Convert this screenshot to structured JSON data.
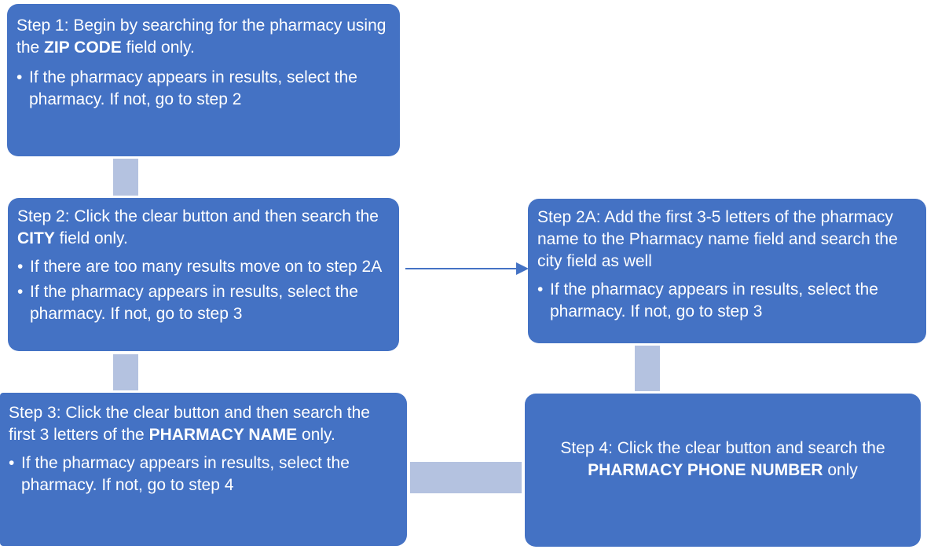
{
  "step1": {
    "heading_pre": "Step 1: Begin by searching for the pharmacy using the ",
    "heading_bold": "ZIP CODE",
    "heading_post": " field only.",
    "bullets": [
      "If the pharmacy appears in results, select the pharmacy.  If not, go to step 2"
    ]
  },
  "step2": {
    "heading_pre": "Step 2: Click the clear button and then search the ",
    "heading_bold": "CITY",
    "heading_post": " field only.",
    "bullets": [
      "If there are too many results move on to step 2A",
      "If the pharmacy appears in results, select the pharmacy.  If not, go to step 3"
    ]
  },
  "step2a": {
    "heading": "Step 2A: Add the first 3-5 letters of the pharmacy name to the Pharmacy name field and search the city field as well",
    "bullets": [
      "If the pharmacy appears in results, select the pharmacy.  If not, go to step 3"
    ]
  },
  "step3": {
    "heading_pre": "Step 3: Click the clear button and then search the first 3 letters of the ",
    "heading_bold": "PHARMACY NAME",
    "heading_post": " only.",
    "bullets": [
      "If the pharmacy appears in results, select the pharmacy.  If not, go to step 4"
    ]
  },
  "step4": {
    "line1": "Step 4: Click the clear button and search the",
    "bold": "PHARMACY PHONE NUMBER",
    "post": " only"
  },
  "bullet_char": "•",
  "colors": {
    "box": "#4472c4",
    "connector": "#b4c2e0",
    "text": "#ffffff"
  }
}
